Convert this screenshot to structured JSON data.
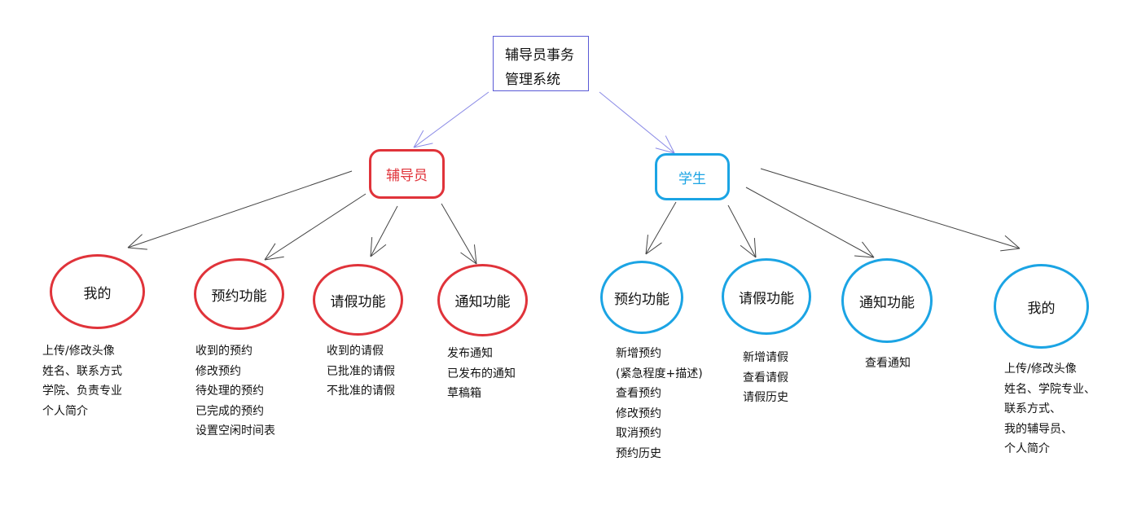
{
  "diagram": {
    "root": {
      "line1": "辅导员事务",
      "line2": "管理系统"
    },
    "counselor": {
      "label": "辅导员",
      "modules": [
        {
          "label": "我的",
          "items": [
            "上传/修改头像",
            "姓名、联系方式",
            "学院、负责专业",
            "个人简介"
          ]
        },
        {
          "label": "预约功能",
          "items": [
            "收到的预约",
            "修改预约",
            "待处理的预约",
            "已完成的预约",
            "设置空闲时间表"
          ]
        },
        {
          "label": "请假功能",
          "items": [
            "收到的请假",
            "已批准的请假",
            "不批准的请假"
          ]
        },
        {
          "label": "通知功能",
          "items": [
            "发布通知",
            "已发布的通知",
            "草稿箱"
          ]
        }
      ]
    },
    "student": {
      "label": "学生",
      "modules": [
        {
          "label": "预约功能",
          "items": [
            "新增预约",
            "(紧急程度+描述)",
            "查看预约",
            "修改预约",
            "取消预约",
            "预约历史"
          ]
        },
        {
          "label": "请假功能",
          "items": [
            "新增请假",
            "查看请假",
            "请假历史"
          ]
        },
        {
          "label": "通知功能",
          "items": [
            "查看通知"
          ]
        },
        {
          "label": "我的",
          "items": [
            "上传/修改头像",
            "姓名、学院专业、",
            "联系方式、",
            "我的辅导员、",
            "个人简介"
          ]
        }
      ]
    },
    "colors": {
      "counselor": "#e0333a",
      "student": "#1ba4e4",
      "root_border": "#5a5ad6",
      "root_arrow": "#8a8ae6",
      "arrow": "#444444"
    }
  }
}
